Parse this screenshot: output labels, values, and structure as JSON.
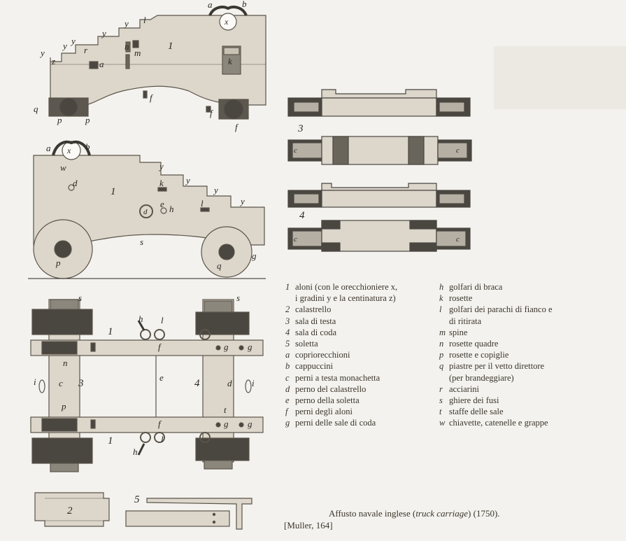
{
  "figure": {
    "caption_text": "Affusto navale inglese (",
    "caption_italic": "truck carriage",
    "caption_year": ") (1750).",
    "source": "[Muller, 164]"
  },
  "drawing_labels": {
    "fig_1": "1",
    "fig_2": "2",
    "fig_3": "3",
    "fig_4": "4",
    "fig_5": "5",
    "x": "x",
    "y": "y",
    "z": "z",
    "a": "a",
    "b": "b",
    "c": "c",
    "d": "d",
    "e": "e",
    "f": "f",
    "g": "g",
    "h": "h",
    "i": "i",
    "k": "k",
    "l": "l",
    "m": "m",
    "n": "n",
    "p": "p",
    "q": "q",
    "r": "r",
    "s": "s",
    "t": "t",
    "w": "w"
  },
  "legend_left": [
    {
      "key": "1",
      "text": "aloni (con le orecchioniere x,",
      "cont": "i gradini y e la centinatura z)"
    },
    {
      "key": "2",
      "text": "calastrello"
    },
    {
      "key": "3",
      "text": "sala di testa"
    },
    {
      "key": "4",
      "text": "sala di coda"
    },
    {
      "key": "5",
      "text": "soletta"
    },
    {
      "key": "a",
      "text": "copriorecchioni"
    },
    {
      "key": "b",
      "text": "cappuccini"
    },
    {
      "key": "c",
      "text": "perni a testa monachetta"
    },
    {
      "key": "d",
      "text": "perno del calastrello"
    },
    {
      "key": "e",
      "text": "perno della soletta"
    },
    {
      "key": "f",
      "text": "perni degli aloni"
    },
    {
      "key": "g",
      "text": "perni delle sale di coda"
    }
  ],
  "legend_right": [
    {
      "key": "h",
      "text": "golfari di braca"
    },
    {
      "key": "k",
      "text": "rosette"
    },
    {
      "key": "l",
      "text": "golfari dei parachi di fianco e",
      "cont": "di ritirata"
    },
    {
      "key": "m",
      "text": "spine"
    },
    {
      "key": "n",
      "text": "rosette quadre"
    },
    {
      "key": "p",
      "text": "rosette e copiglie"
    },
    {
      "key": "q",
      "text": "piastre per il vetto direttore",
      "cont": "(per brandeggiare)"
    },
    {
      "key": "r",
      "text": "acciarini"
    },
    {
      "key": "s",
      "text": "ghiere dei fusi"
    },
    {
      "key": "t",
      "text": "staffe delle sale"
    },
    {
      "key": "w",
      "text": "chiavette, catenelle e grappe"
    }
  ],
  "colors": {
    "wood": "#dcd6cb",
    "wood_line": "#5a544a",
    "iron": "#4a4640",
    "paper": "#f4f2ee"
  }
}
